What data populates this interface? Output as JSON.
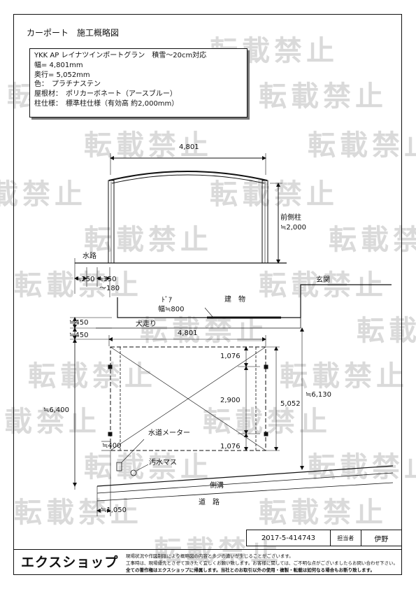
{
  "watermark": "転載禁止",
  "doc_title": "カーポート　施工概略図",
  "spec": {
    "product": "YKK AP レイナツインポートグラン　積雪～20cm対応",
    "width": "幅= 4,801mm",
    "depth": "奥行= 5,052mm",
    "color": "色：　プラチナステン",
    "roof": "屋根材：　ポリカーボネート（アースブルー）",
    "pillar": "柱仕様：　標準柱仕様（有効高 約2,000mm）"
  },
  "elevation": {
    "width_dim": "4,801",
    "front_pillar": "前側柱",
    "front_pillar_height": "≒2,000"
  },
  "plan": {
    "water_route": "水路",
    "dim_250": "≒250",
    "dim_150": "≒150",
    "dim_180": "～180",
    "door": "ﾄﾞｱ",
    "door_width": "幅≒800",
    "building": "建　物",
    "entrance": "玄関",
    "dim_450_a": "≒450",
    "dim_450_b": "≒450",
    "dog_path": "犬走り",
    "width": "4,801",
    "dim_1076_top": "1,076",
    "dim_2900": "2,900",
    "dim_1076_bottom": "1,076",
    "depth": "5,052",
    "dim_6130": "≒6,130",
    "dim_6400": "≒6,400",
    "dim_400": "≒400",
    "water_meter": "水道メーター",
    "sewage": "汚水マス",
    "gutter": "側溝",
    "road": "道　路",
    "dim_1050": "≒1,050"
  },
  "titleblock": {
    "number": "2017-5-414743",
    "role": "担当者",
    "person": "伊野"
  },
  "footer": {
    "logo": "エクスショップ",
    "notice_1": "現場状況や作図制限により概略図の内容と多少の違いが生じることがございます。",
    "notice_2": "工事時は、現場優先とさせて頂きたく宜しくお願い致します。お客様に関しては、ご不明な点がございましたらお問い合わせ下さい。",
    "notice_3": "全ての著作権はエクスショップに帰属します。当社とのお取引以外の使用・複製・転載は如何なる場合もお断り致します。"
  }
}
